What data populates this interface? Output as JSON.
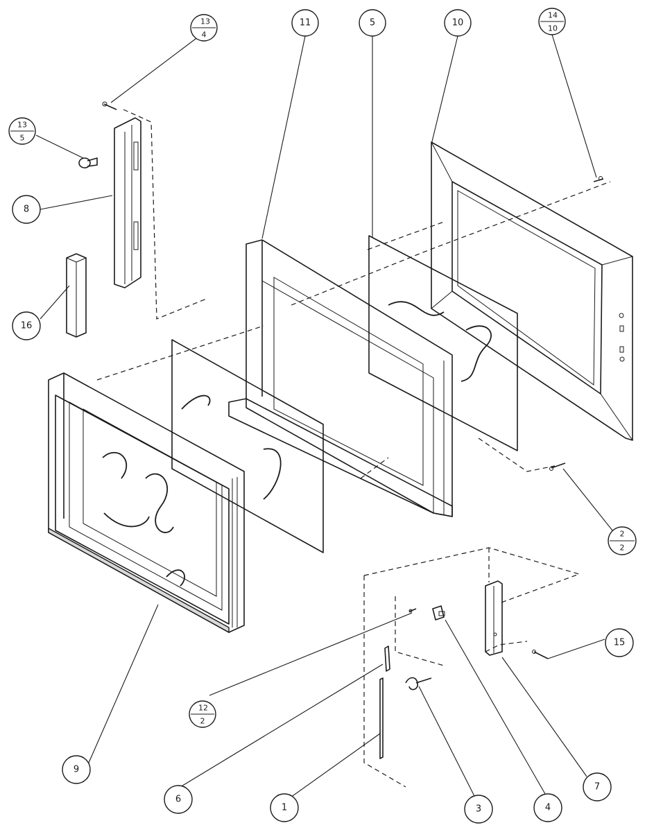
{
  "callouts": {
    "c13_4": {
      "top": "13",
      "bottom": "4"
    },
    "c13_5": {
      "top": "13",
      "bottom": "5"
    },
    "c14_10": {
      "top": "14",
      "bottom": "10"
    },
    "c2_2": {
      "top": "2",
      "bottom": "2"
    },
    "c12_2": {
      "top": "12",
      "bottom": "2"
    },
    "n11": "11",
    "n5": "5",
    "n10": "10",
    "n8": "8",
    "n16": "16",
    "n9": "9",
    "n15": "15",
    "n6": "6",
    "n1": "1",
    "n3": "3",
    "n4": "4",
    "n7": "7"
  },
  "colors": {
    "ink": "#1a1a1a",
    "paper": "#ffffff",
    "shade": "#d9d9d9"
  }
}
